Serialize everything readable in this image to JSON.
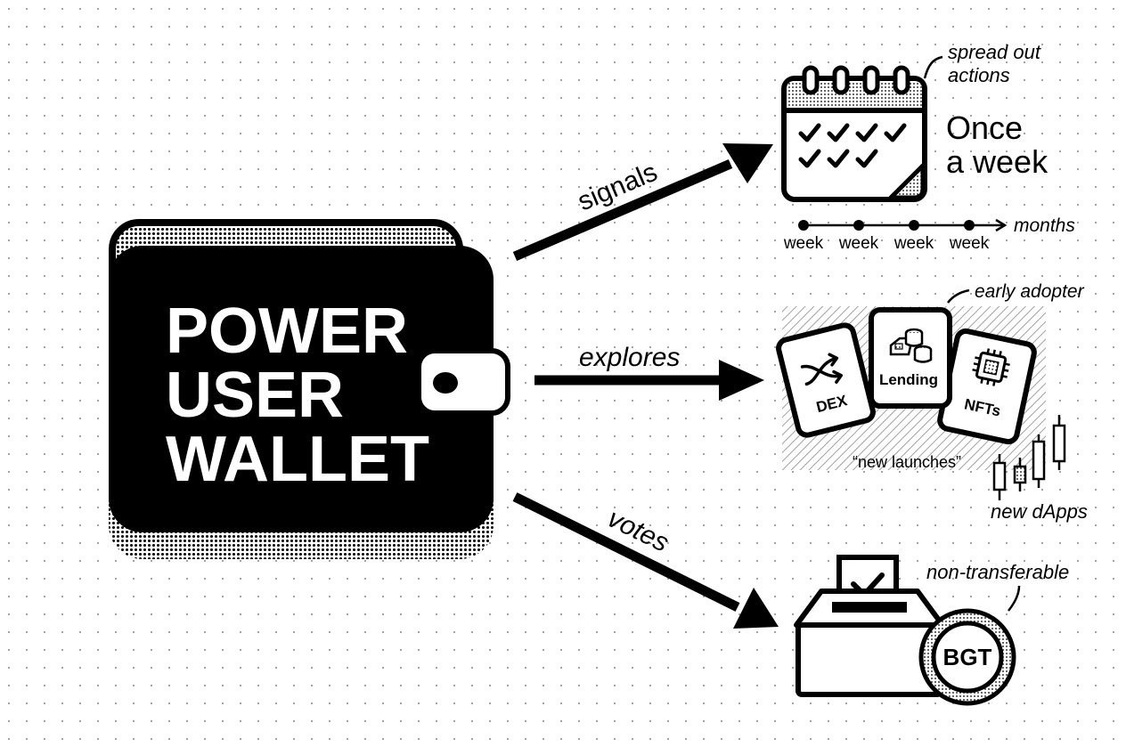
{
  "wallet": {
    "line1": "POWER",
    "line2": "USER",
    "line3": "WALLET"
  },
  "arrows": {
    "signals": "signals",
    "explores": "explores",
    "votes": "votes"
  },
  "calendar": {
    "note": [
      "spread out",
      "actions"
    ],
    "headline": [
      "Once",
      "a week"
    ],
    "timeline_end": "months",
    "timeline_ticks": [
      "week",
      "week",
      "week",
      "week"
    ]
  },
  "explore": {
    "note": "early adopter",
    "cards": [
      "DEX",
      "Lending",
      "NFTs"
    ],
    "caption": "“new launches”",
    "dapps_label": "new dApps"
  },
  "vote": {
    "note": "non-transferable",
    "token": "BGT"
  },
  "colors": {
    "ink": "#000000",
    "paper": "#ffffff"
  }
}
